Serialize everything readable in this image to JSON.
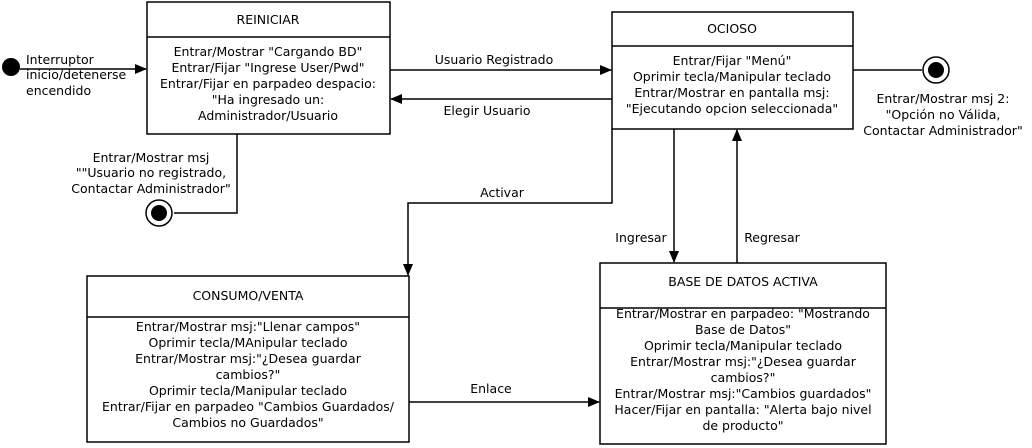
{
  "states": {
    "reiniciar": {
      "title": "REINICIAR",
      "lines": [
        "Entrar/Mostrar \"Cargando BD\"",
        "Entrar/Fijar \"Ingrese User/Pwd\"",
        "Entrar/Fijar en parpadeo despacio:",
        "\"Ha ingresado un:",
        "Administrador/Usuario"
      ]
    },
    "ocioso": {
      "title": "OCIOSO",
      "lines": [
        "Entrar/Fijar \"Menú\"",
        "Oprimir tecla/Manipular teclado",
        "Entrar/Mostrar en pantalla msj:",
        "\"Ejecutando opcion seleccionada\""
      ]
    },
    "consumo": {
      "title": "CONSUMO/VENTA",
      "lines": [
        "Entrar/Mostrar msj:\"Llenar campos\"",
        "Oprimir tecla/MAnipular teclado",
        "Entrar/Mostrar msj:\"¿Desea guardar",
        "cambios?\"",
        "Oprimir tecla/Manipular teclado",
        "Entrar/Fijar en parpadeo \"Cambios Guardados/",
        "Cambios no Guardados\""
      ]
    },
    "base": {
      "title": "BASE DE DATOS ACTIVA",
      "lines": [
        "Entrar/Mostrar en parpadeo: \"Mostrando",
        "Base de Datos\"",
        "Oprimir tecla/Manipular teclado",
        "Entrar/Mostrar msj:\"¿Desea guardar",
        "cambios?\"",
        "Entrar/Mostrar msj:\"Cambios guardados\"",
        "Hacer/Fijar en pantalla: \"Alerta bajo nivel",
        "de producto\""
      ]
    }
  },
  "labels": {
    "start": [
      "Interruptor",
      "inicio/detenerse",
      "encendido"
    ],
    "usuario_registrado": "Usuario Registrado",
    "elegir_usuario": "Elegir Usuario",
    "activar": "Activar",
    "ingresar": "Ingresar",
    "regresar": "Regresar",
    "enlace": "Enlace",
    "no_registrado": [
      "Entrar/Mostrar msj",
      "\"\"Usuario no registrado,",
      "Contactar Administrador\""
    ],
    "opcion_invalida": [
      "Entrar/Mostrar msj 2:",
      "\"Opción no Válida,",
      "Contactar Administrador\""
    ]
  }
}
